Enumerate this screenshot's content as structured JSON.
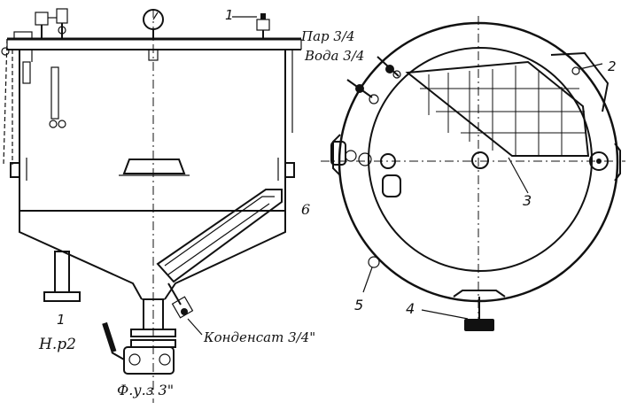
{
  "labels": {
    "steam": "Пар 3/4",
    "water": "Вода 3/4",
    "condensate": "Конденсат 3/4\"",
    "outlet": "Ф.у.з 3\"",
    "leg_note": "Н.р2",
    "callout_1_top": "1",
    "callout_1_bottom": "1",
    "callout_2": "2",
    "callout_3": "3",
    "callout_4": "4",
    "callout_5": "5",
    "callout_6": "6"
  }
}
